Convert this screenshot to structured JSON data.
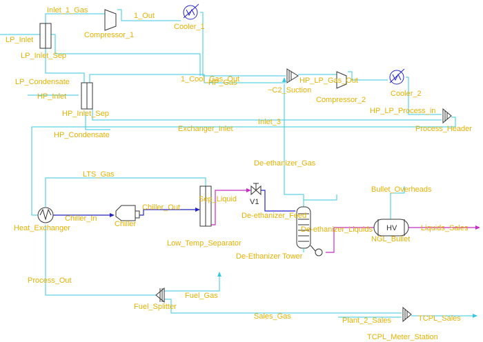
{
  "colors": {
    "label": "#e5b100",
    "gas_stream": "#33c8e0",
    "liquid_stream": "#c82bc8",
    "energy_stream": "#2222cc",
    "equipment": "#333333"
  },
  "labels": {
    "lp_inlet": "LP_Inlet",
    "inlet_1_gas": "Inlet_1_Gas",
    "compressor_1": "Compressor_1",
    "one_out": "1_Out",
    "cooler_1": "Cooler_1",
    "lp_inlet_sep": "LP_Inlet_Sep",
    "lp_condensate": "LP_Condensate",
    "hp_inlet": "HP_Inlet",
    "one_cool_gas_out": "1_Cool_Gas_Out",
    "hp_gas": "HP_Gas",
    "c2_suction": "~C2_Suction",
    "hp_lp_gas_out": "HP_LP_Gas_Out",
    "cooler_2": "Cooler_2",
    "compressor_2": "Compressor_2",
    "hp_inlet_sep": "HP_Inlet_Sep",
    "hp_lp_process_in": "HP_LP_Process_in",
    "inlet_3": "Inlet_3",
    "hp_condensate": "HP_Condensate",
    "exchanger_inlet": "Exchanger_Inlet",
    "process_header": "Process_Header",
    "de_ethanizer_gas": "De-ethanizer_Gas",
    "lts_gas": "LTS_Gas",
    "bullet_overheads": "Bullet_Overheads",
    "sep_liquid": "Sep_Liquid",
    "v1": "V1",
    "hv": "HV",
    "chiller_out": "Chiller_Out",
    "de_ethanizer_feed": "De-ethanizer_Feed",
    "de_ethanizer_liquids": "De-ethanizer_Liquids",
    "liquids_sales": "Liquids_Sales",
    "chiller_in": "Chiller_In",
    "chiller": "Chiller",
    "heat_exchanger": "Heat_Exchanger",
    "ngl_bullet": "NGL_Bullet",
    "low_temp_separator": "Low_Temp_Separator",
    "de_ethanizer_tower": "De-Ethanizer Tower",
    "process_out": "Process_Out",
    "fuel_gas": "Fuel_Gas",
    "fuel_splitter": "Fuel_Splitter",
    "sales_gas": "Sales_Gas",
    "plant_2_sales": "Plant_2_Sales",
    "tcpl_sales": "TCPL_Sales",
    "tcpl_meter_station": "TCPL_Meter_Station"
  }
}
